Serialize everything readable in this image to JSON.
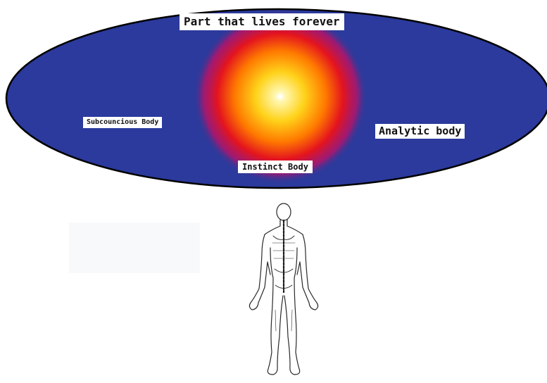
{
  "diagram": {
    "labels": {
      "forever": "Part that lives forever",
      "subconscious": "Subcouncious Body",
      "analytic": "Analytic body",
      "instinct": "Instinct Body"
    },
    "colors": {
      "ellipse_fill": "#2b3a9c",
      "ellipse_stroke": "#000000",
      "glow_center": "#fff7b0",
      "glow_mid": "#ffd21a",
      "glow_orange": "#ff7a00",
      "glow_red": "#e4141e",
      "glow_outer": "#c21066",
      "figure_stroke": "#2a2a2a"
    },
    "icons": {
      "human": "human-anatomy-figure-icon",
      "glow": "radiant-core-icon"
    }
  }
}
